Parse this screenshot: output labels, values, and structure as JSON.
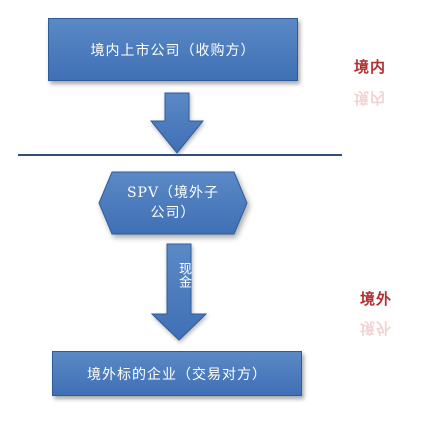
{
  "nodes": {
    "acquirer": "境内上市公司（收购方）",
    "spv": "SPV（境外子公司）",
    "target": "境外标的企业（交易对方）"
  },
  "edges": {
    "cash_label": "现金"
  },
  "regions": {
    "domestic": "境内",
    "overseas": "境外"
  },
  "colors": {
    "node_fill": "#4a7cbf",
    "node_border": "#2f5c99",
    "region_text": "#b03030",
    "divider": "#2f4f7a"
  }
}
